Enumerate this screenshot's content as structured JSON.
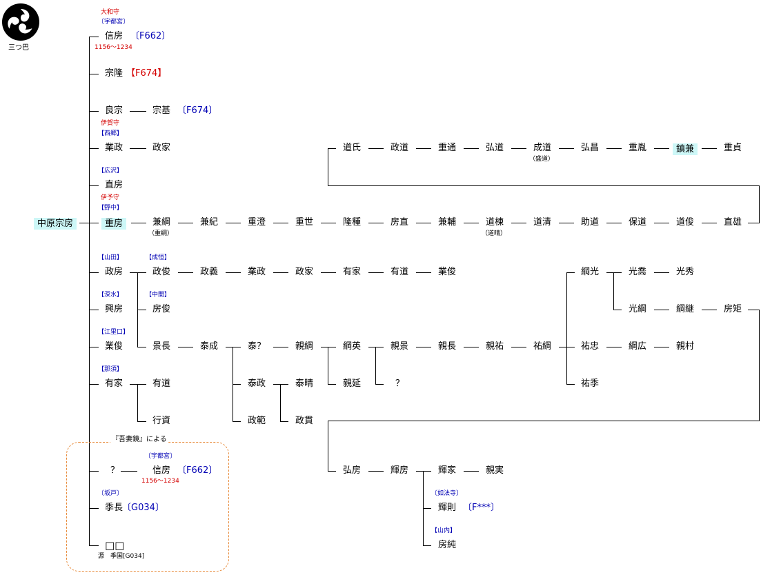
{
  "crest": {
    "label": "三つ巴"
  },
  "notes": {
    "yamato": "大和守",
    "utsunomiya1": "〔宇都宮〕",
    "years1": "1156〜1234",
    "iga": "伊賀守",
    "saigo": "【西郷】",
    "hirosawa": "【広沢】",
    "iyo": "伊予守",
    "nonaka": "【野中】",
    "kanetsuna_alt": "（重綱）",
    "michimune_alt": "（道晴）",
    "narimichi_alt": "（盛道）",
    "yamada": "【山田】",
    "seikou": "【成恒】",
    "fukamizu": "【深水】",
    "nakama": "【中間】",
    "eriguchi": "【江里口】",
    "nasu": "【那須】",
    "azuma": "『吾妻鏡』による",
    "utsunomiya2": "〔宇都宮〕",
    "years2": "1156〜1234",
    "sakado": "〔坂戸〕",
    "minamoto": "源　季国[G034]",
    "nyohoji": "〔如法寺〕",
    "yamauchi": "【山内】"
  },
  "refs": {
    "f662a": "〔F662〕",
    "f674a": "【F674】",
    "f674b": "〔F674〕",
    "f662b": "〔F662〕",
    "g034": "〔G034〕",
    "fxxx": "〔F***〕"
  },
  "people": {
    "root": "中原宗房",
    "nobufusa": "信房",
    "munetaka": "宗隆",
    "yoshimune": "良宗",
    "munemoto": "宗基",
    "narimasa1": "業政",
    "masaie1": "政家",
    "naofusa": "直房",
    "shigefusa": "重房",
    "kanetsuna": "兼綱",
    "kanenori": "兼紀",
    "shigezumi": "重澄",
    "shigeyo": "重世",
    "takatane": "隆種",
    "fusanao": "房直",
    "kanesuke": "兼輔",
    "michimune": "道棟",
    "michikiyo": "道清",
    "sukemichi": "助道",
    "yasumichi": "保道",
    "michitoshi": "道俊",
    "naokatsu": "直雄",
    "michiuji": "道氏",
    "masamichi": "政道",
    "shigemichi": "重通",
    "hiromichi": "弘道",
    "narimichi": "成道",
    "hiromasa": "弘昌",
    "shigetaka": "重胤",
    "shizukane": "鎮兼",
    "shigesada": "重貞",
    "masafusa": "政房",
    "masatoshi": "政俊",
    "masayoshi": "政義",
    "narimasa2": "業政",
    "masaie2": "政家",
    "arie1": "有家",
    "arimichi1": "有道",
    "narutoshi1": "業俊",
    "okifusa": "興房",
    "fusatoshi": "房俊",
    "narutoshi2": "業俊",
    "kagenaga": "景長",
    "yasunari": "泰成",
    "yasuq": "泰？",
    "chikatsuna": "親綱",
    "tsunahide": "綱英",
    "chikakage": "親景",
    "chikanaga": "親長",
    "chikasuke": "親祐",
    "sukemori": "祐綱",
    "chikanobu": "親延",
    "q1": "？",
    "yasumasa": "泰政",
    "yasuharu": "泰晴",
    "masanori": "政範",
    "masatsura": "政貫",
    "arie2": "有家",
    "arimichi2": "有道",
    "yukisuke": "行資",
    "tsunamitsu": "綱光",
    "mitsunori": "光喬",
    "mitsuhide": "光秀",
    "mitsutsuna": "光綱",
    "tsunatsugu": "綱継",
    "fusanori": "房矩",
    "sukechu": "祐忠",
    "tsunahiro": "綱広",
    "chikamura": "親村",
    "sukesue": "祐季",
    "hirofusa": "弘房",
    "terufusa": "輝房",
    "terui": "輝家",
    "chikazane": "親実",
    "terunori": "輝則",
    "fusazumi": "房純",
    "q2": "？",
    "nobufusa2": "信房",
    "suenaga": "季長",
    "squares": "□□"
  }
}
